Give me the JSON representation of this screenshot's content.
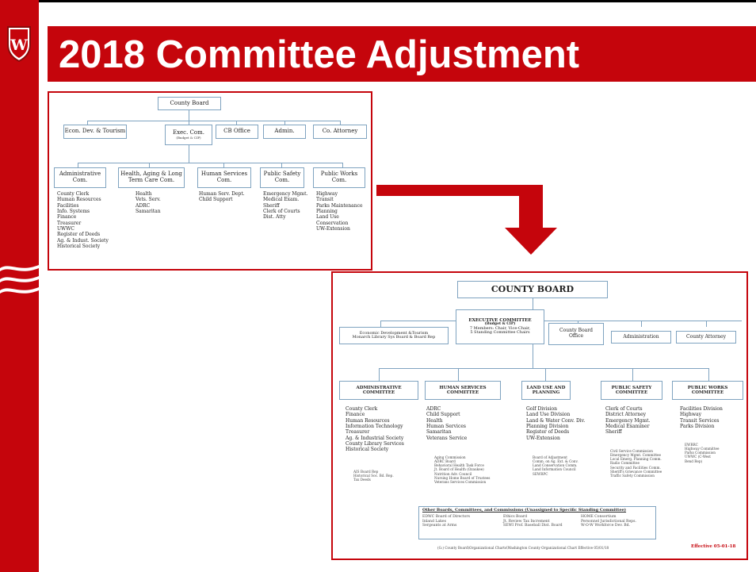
{
  "slide": {
    "title": "2018 Committee Adjustment",
    "brand_color": "#c5050c",
    "logo_letter": "W"
  },
  "old_chart": {
    "top": "County Board",
    "row2": [
      {
        "label": "Econ. Dev. & Tourism"
      },
      {
        "label": "Exec. Com.",
        "sub": "(Budget & CIP)"
      },
      {
        "label": "CB Office"
      },
      {
        "label": "Admin."
      },
      {
        "label": "Co. Attorney"
      }
    ],
    "committees": [
      {
        "label": "Administrative Com.",
        "items": [
          "County Clerk",
          "Human Resources",
          "Facilities",
          "Info. Systems",
          "Finance",
          "Treasurer",
          "UWWC",
          "Register of Deeds",
          "Ag. & Indust. Society",
          "Historical Society"
        ]
      },
      {
        "label": "Health, Aging & Long Term Care Com.",
        "items": [
          "Health",
          "Vets. Serv.",
          "ADRC",
          "Samaritan"
        ]
      },
      {
        "label": "Human Services Com.",
        "items": [
          "Human Serv. Dept.",
          "Child Support"
        ]
      },
      {
        "label": "Public Safety Com.",
        "items": [
          "Emergency Mgmt.",
          "Medical Exam.",
          "Sheriff",
          "Clerk of Courts",
          "Dist. Atty"
        ]
      },
      {
        "label": "Public Works Com.",
        "items": [
          "Highway",
          "Transit",
          "Parks Maintenance",
          "Planning",
          "Land Use",
          "Conservation",
          "UW-Extension"
        ]
      }
    ]
  },
  "new_chart": {
    "top": "COUNTY BOARD",
    "exec": {
      "title": "EXECUTIVE COMMITTEE",
      "sub": "(Budget & CIP)",
      "line1": "7 Members: Chair, Vice-Chair,",
      "line2": "5 Standing Committee Chairs"
    },
    "econ": {
      "line1": "Economic Development &Tourism",
      "line2": "Monarch Library Sys Board & Board Rep"
    },
    "cb_office": {
      "line1": "County Board",
      "line2": "Office"
    },
    "admin": "Administration",
    "attorney": "County Attorney",
    "committees": [
      {
        "line1": "ADMINISTRATIVE",
        "line2": "COMMITTEE",
        "items": [
          "County Clerk",
          "Finance",
          "Human Resources",
          "Information Technology",
          "Treasurer",
          "Ag. & Industrial Society",
          "County Library Services",
          "Historical Society"
        ],
        "small": [
          "AIS Board Rep",
          "Historical Soc. Bd. Rep.",
          "Tax Deeds"
        ]
      },
      {
        "line1": "HUMAN SERVICES",
        "line2": "COMMITTEE",
        "items": [
          "ADRC",
          "Child Support",
          "Health",
          "Human Services",
          "Samaritan",
          "Veterans Service"
        ],
        "small": [
          "Aging Commission",
          "ADRC Board",
          "Behavioral Health Task Force",
          "Jt. Board of Health (Ozaukee)",
          "Nutrition Adv. Council",
          "Nursing Home Board of Trustees",
          "Veterans Services Commission"
        ]
      },
      {
        "line1": "LAND USE AND",
        "line2": "PLANNING",
        "items": [
          "Golf Division",
          "Land Use Division",
          "Land & Water Conv. Div.",
          "Planning Division",
          "Register of Deeds",
          "UW-Extension"
        ],
        "small": [
          "Board of Adjustment",
          "Comm. on Ag. Ext. & Conv.",
          "Land Conservation Comm.",
          "Land Information Council",
          "SEWRPC"
        ]
      },
      {
        "line1": "PUBLIC SAFETY",
        "line2": "COMMITTEE",
        "items": [
          "Clerk of Courts",
          "District Attorney",
          "Emergency Mgmt.",
          "Medical Examiner",
          "Sheriff"
        ],
        "small": [
          "Civil Service Commission",
          "Emergency Mgmt. Committee",
          "Local Emerg. Planning Comm.",
          "Radio Committee",
          "Security and Facilities Comm.",
          "Sheriff's Grievance Committee",
          "Traffic Safety Commission"
        ]
      },
      {
        "line1": "PUBLIC WORKS",
        "line2": "COMMITTEE",
        "items": [
          "Facilities Division",
          "Highway",
          "Transit Services",
          "Parks Division"
        ],
        "small": [
          "EWRRC",
          "Highway Committee",
          "Parks Commission",
          "UWWC (C-West",
          "Bend Rep)"
        ]
      }
    ],
    "other_boards": {
      "title": "Other Boards, Committees, and Commissions (Unassigned to Specific Standing Committee)",
      "col1": [
        "EDWC Board of Directors",
        "Inland Lakes",
        "Sergeants at Arms"
      ],
      "col2": [
        "Ethics Board",
        "Jt. Review Tax Increment",
        "SEWI Prof. Baseball Dist. Board"
      ],
      "col3": [
        "HOME Consortium",
        "Personnel Jurisdictional Reps.",
        "W-O-W Workforce Dev. Bd."
      ]
    },
    "footer": "(G:) County Board\\Organizational Charts\\Washington County Organizational Chart Effective 05/01/18",
    "effective": "Effective 05-01-18"
  }
}
